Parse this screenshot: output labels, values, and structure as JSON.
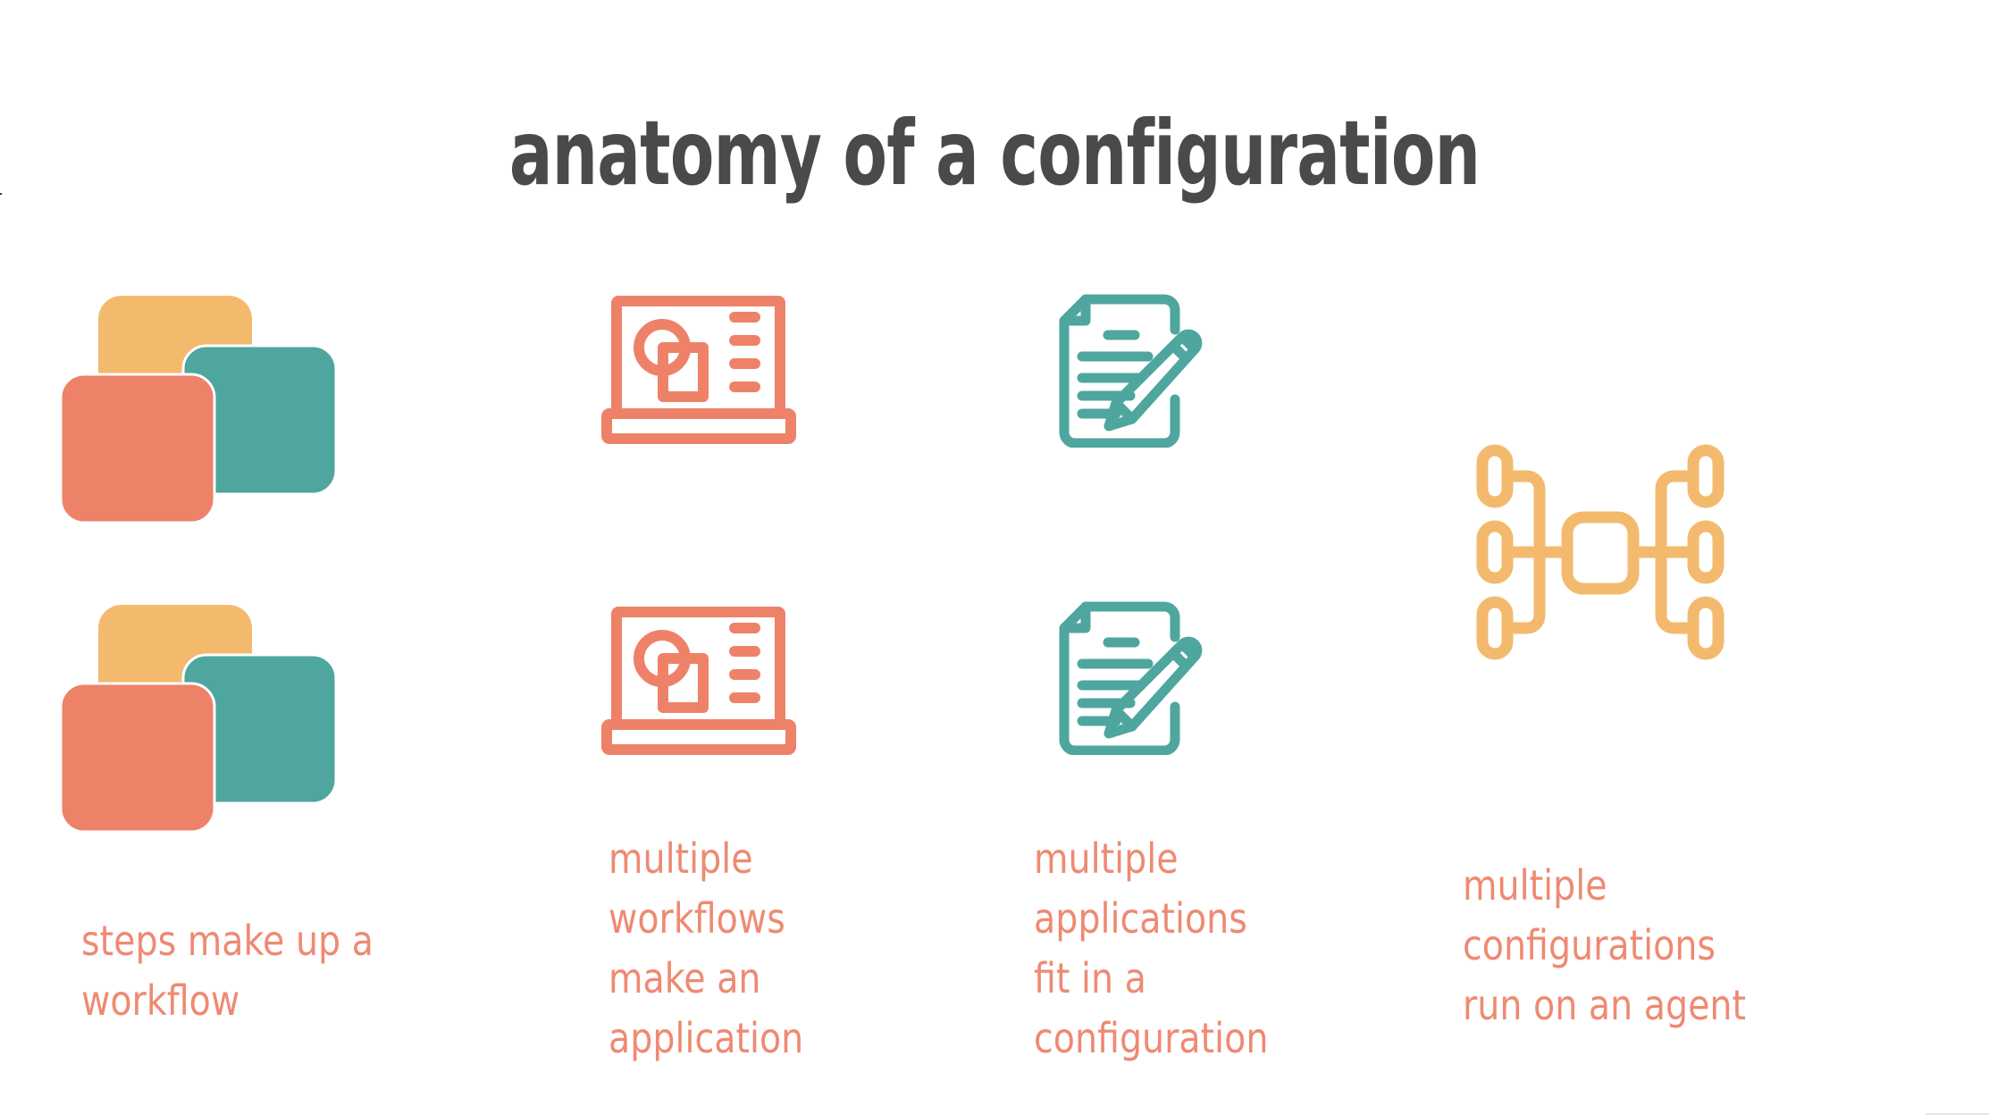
{
  "slide": {
    "title": "anatomy of a configuration",
    "colors": {
      "title": "#4a4a4a",
      "label": "#ee8a72",
      "coral": "#ed8268",
      "teal": "#4ea69f",
      "orange": "#f3ba6e"
    },
    "columns": [
      {
        "icon": "stacked-squares-icon",
        "icon_count": 2,
        "label_lines": [
          "steps make up a",
          "workflow"
        ]
      },
      {
        "icon": "laptop-design-icon",
        "icon_count": 2,
        "label_lines": [
          "multiple",
          "workflows",
          "make an",
          "application"
        ]
      },
      {
        "icon": "document-pencil-icon",
        "icon_count": 2,
        "label_lines": [
          "multiple",
          "applications",
          "fit in a",
          "configuration"
        ]
      },
      {
        "icon": "network-hub-icon",
        "icon_count": 1,
        "label_lines": [
          "multiple",
          "configurations",
          "run on an agent"
        ]
      }
    ]
  }
}
